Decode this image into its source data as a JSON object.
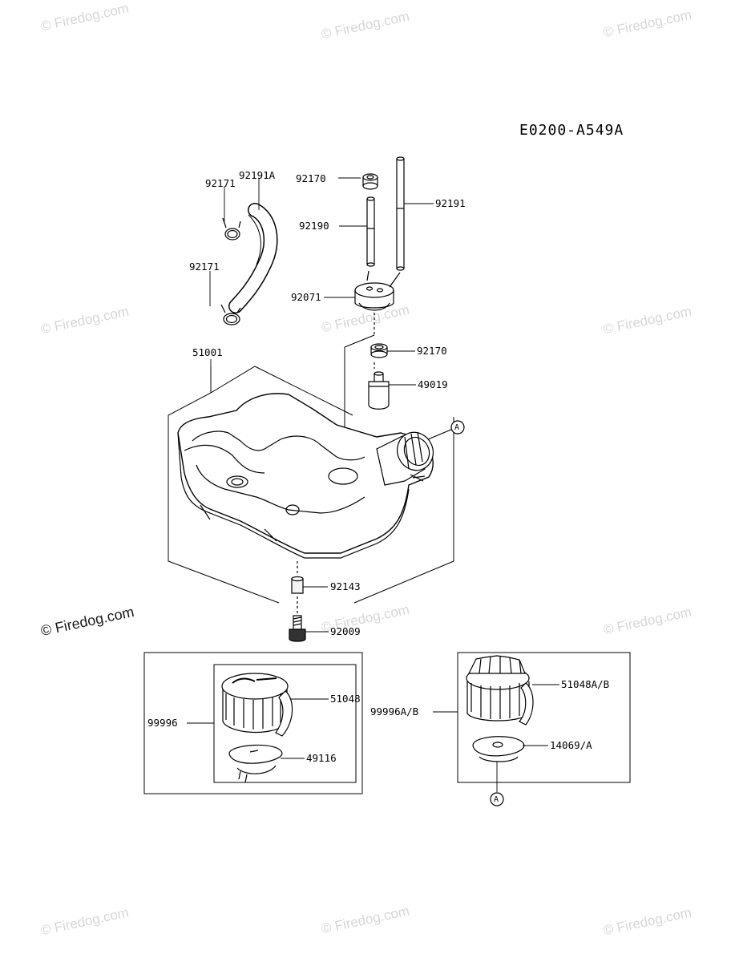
{
  "diagram_code": "E0200-A549A",
  "watermark": "© Firedog.com",
  "callout_letter": "A",
  "parts": {
    "p92171_top": "92171",
    "p92191A": "92191A",
    "p92171_bottom": "92171",
    "p92170_top": "92170",
    "p92190": "92190",
    "p92191": "92191",
    "p92071": "92071",
    "p92170_mid": "92170",
    "p49019": "49019",
    "p51001": "51001",
    "p92143": "92143",
    "p92009": "92009",
    "p51048": "51048",
    "p99996": "99996",
    "p49116": "49116",
    "p99996AB": "99996A/B",
    "p51048AB": "51048A/B",
    "p14069A": "14069/A"
  }
}
